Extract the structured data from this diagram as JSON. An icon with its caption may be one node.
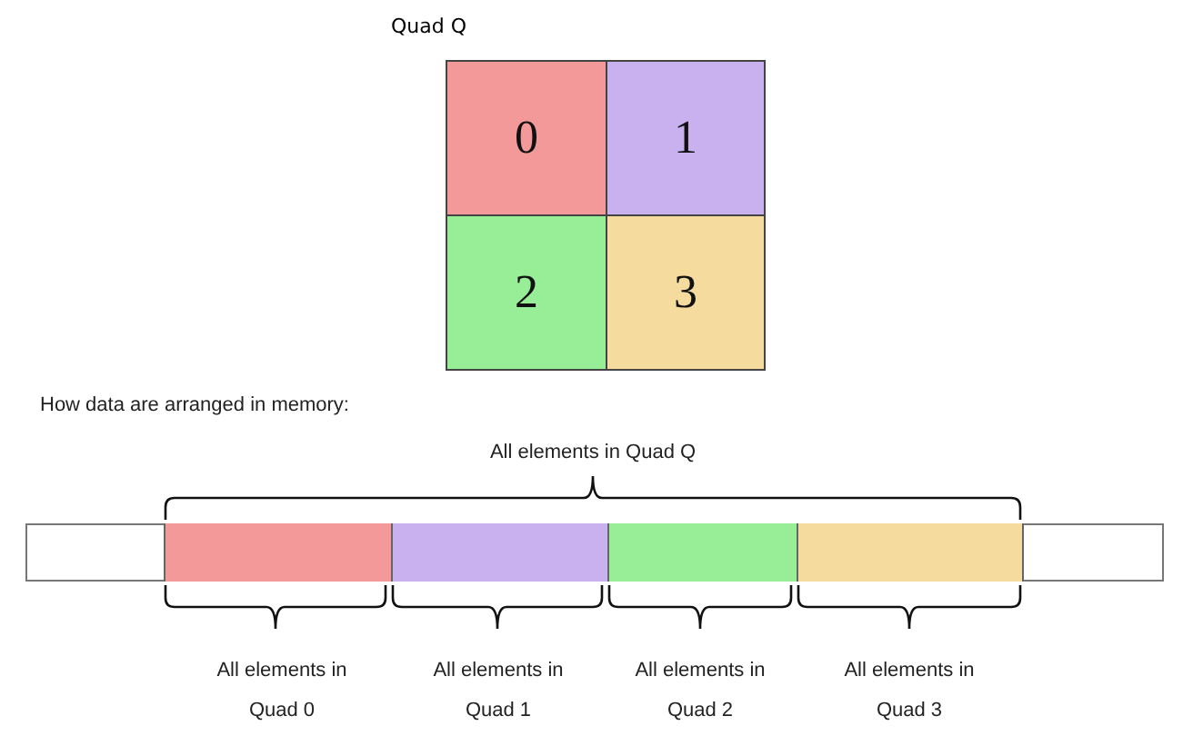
{
  "diagram": {
    "nodes": [
      {
        "text": [
          "Quad Q"
        ]
      },
      {
        "text": [
          "0"
        ],
        "in": 0
      },
      {
        "text": [
          "1"
        ],
        "in": 0
      },
      {
        "text": [
          "2"
        ],
        "in": 0
      },
      {
        "text": [
          "3"
        ],
        "in": 0
      },
      {
        "text": [],
        "shape": "bar"
      },
      {
        "text": [],
        "shape": "bar",
        "in": 5
      },
      {
        "text": [],
        "shape": "bar",
        "in": 5
      },
      {
        "text": [],
        "shape": "bar",
        "in": 5
      },
      {
        "text": [],
        "shape": "bar",
        "in": 5
      }
    ],
    "edges": [],
    "labels": [
      "How data are arranged in memory:",
      "All elements in Quad Q",
      "All elements in Quad 0",
      "All elements in Quad 1",
      "All elements in Quad 2",
      "All elements in Quad 3"
    ]
  }
}
